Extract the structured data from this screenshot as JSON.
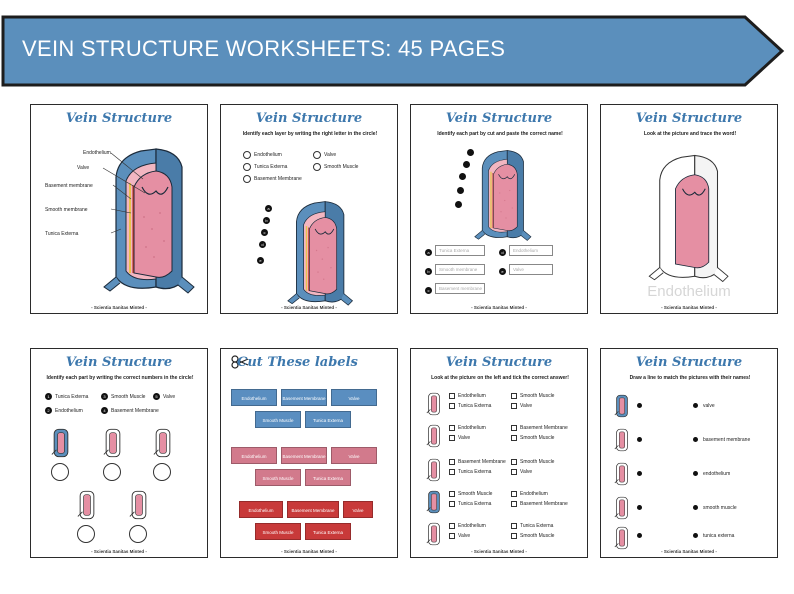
{
  "banner": {
    "title": "VEIN STRUCTURE WORKSHEETS: 45 PAGES",
    "color": "#5b8fbc"
  },
  "footer_text": "- Scientia Sanitas Minted -",
  "sheet_title": "Vein Structure",
  "colors": {
    "vein_blue": "#5b8fbc",
    "vein_pink": "#e58fa3",
    "label_blue": "#5a8ec0",
    "label_pink": "#d27a8c",
    "label_red": "#c83a3a",
    "title_blue": "#3d78ad"
  },
  "page1": {
    "labels": [
      "Endothelium",
      "Valve",
      "Basement membrane",
      "Smooth membrane",
      "Tunica Externa"
    ]
  },
  "page2": {
    "instruction": "Identify each layer by writing the right letter in the circle!",
    "options_left": [
      "Endothelium",
      "Tunica Externa",
      "Basement Membrane"
    ],
    "options_right": [
      "Valve",
      "Smooth Muscle"
    ],
    "markers": [
      "a",
      "b",
      "c",
      "d",
      "e"
    ]
  },
  "page3": {
    "instruction": "Identify each part by cut and paste the correct name!",
    "boxes": [
      {
        "letter": "a",
        "text": "Tunica Externa"
      },
      {
        "letter": "b",
        "text": "Endothelium"
      },
      {
        "letter": "c",
        "text": "Smooth membrane"
      },
      {
        "letter": "d",
        "text": "Valve"
      },
      {
        "letter": "e",
        "text": "Basement membrane"
      }
    ]
  },
  "page4": {
    "instruction": "Look at the picture and trace the word!",
    "trace_word": "Endothelium"
  },
  "page5": {
    "instruction": "Identify each part by writing the correct numbers in the circle!",
    "items": [
      {
        "num": "1",
        "text": "Tunica Externa"
      },
      {
        "num": "3",
        "text": "Smooth Muscle"
      },
      {
        "num": "5",
        "text": "Valve"
      },
      {
        "num": "2",
        "text": "Endothelium"
      },
      {
        "num": "4",
        "text": "Basement Membrane"
      }
    ]
  },
  "page6": {
    "title": "Cut These labels",
    "blue_labels": [
      "Endothelium",
      "Basement Membrane",
      "Valve",
      "Smooth Muscle",
      "Tunica Externa"
    ],
    "pink_labels": [
      "Endothelium",
      "Basement Membrane",
      "Valve",
      "Smooth Muscle",
      "Tunica Externa"
    ],
    "red_labels": [
      "Endothelium",
      "Basement Membrane",
      "Valve",
      "Smooth Muscle",
      "Tunica Externa"
    ]
  },
  "page7": {
    "instruction": "Look at the picture on the left and tick the correct answer!",
    "rows": [
      {
        "a": "Endothelium",
        "b": "Tunica Externa",
        "c": "Smooth Muscle",
        "d": "Valve"
      },
      {
        "a": "Endothelium",
        "b": "Valve",
        "c": "Basement Membrane",
        "d": "Smooth Muscle"
      },
      {
        "a": "Basement Membrane",
        "b": "Tunica Externa",
        "c": "Smooth Muscle",
        "d": "Valve"
      },
      {
        "a": "Smooth Muscle",
        "b": "Tunica Externa",
        "c": "Endothelium",
        "d": "Basement Membrane"
      },
      {
        "a": "Endothelium",
        "b": "Valve",
        "c": "Tunica Externa",
        "d": "Smooth Muscle"
      }
    ]
  },
  "page8": {
    "instruction": "Draw a line to match the pictures with their names!",
    "names": [
      "valve",
      "basement membrane",
      "endothelium",
      "smooth muscle",
      "tunica externa"
    ]
  }
}
